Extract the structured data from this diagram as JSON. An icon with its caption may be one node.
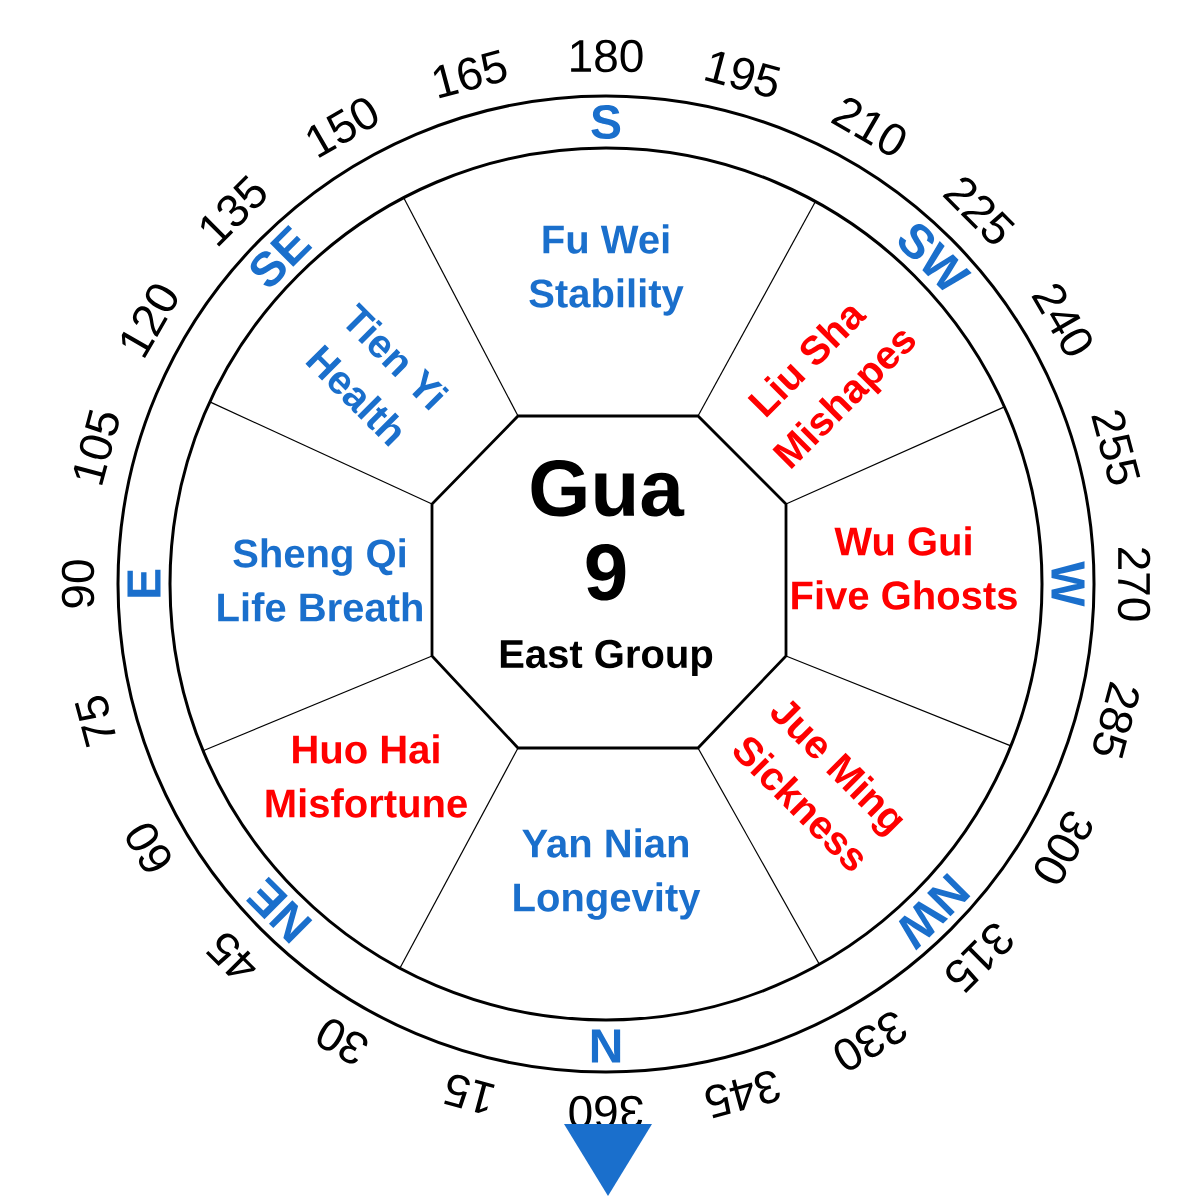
{
  "diagram": {
    "nodes": [
      {
        "text": [
          "Gua",
          "9",
          "East Group"
        ]
      },
      {
        "text": [
          "Fu Wei",
          "Stability"
        ]
      },
      {
        "text": [
          "Tien Yi",
          "Health"
        ]
      },
      {
        "text": [
          "Liu Sha",
          "Mishapes"
        ]
      },
      {
        "text": [
          "Sheng Qi",
          "Life Breath"
        ]
      },
      {
        "text": [
          "Wu Gui",
          "Five Ghosts"
        ]
      },
      {
        "text": [
          "Huo Hai",
          "Misfortune"
        ]
      },
      {
        "text": [
          "Jue Ming",
          "Sickness"
        ]
      },
      {
        "text": [
          "Yan Nian",
          "Longevity"
        ]
      }
    ],
    "labels": [
      "15",
      "30",
      "45",
      "60",
      "75",
      "90",
      "105",
      "120",
      "135",
      "150",
      "165",
      "180",
      "195",
      "210",
      "225",
      "240",
      "255",
      "270",
      "285",
      "300",
      "315",
      "330",
      "345",
      "360",
      "S",
      "SW",
      "W",
      "NW",
      "N",
      "NE",
      "E",
      "SE"
    ]
  }
}
